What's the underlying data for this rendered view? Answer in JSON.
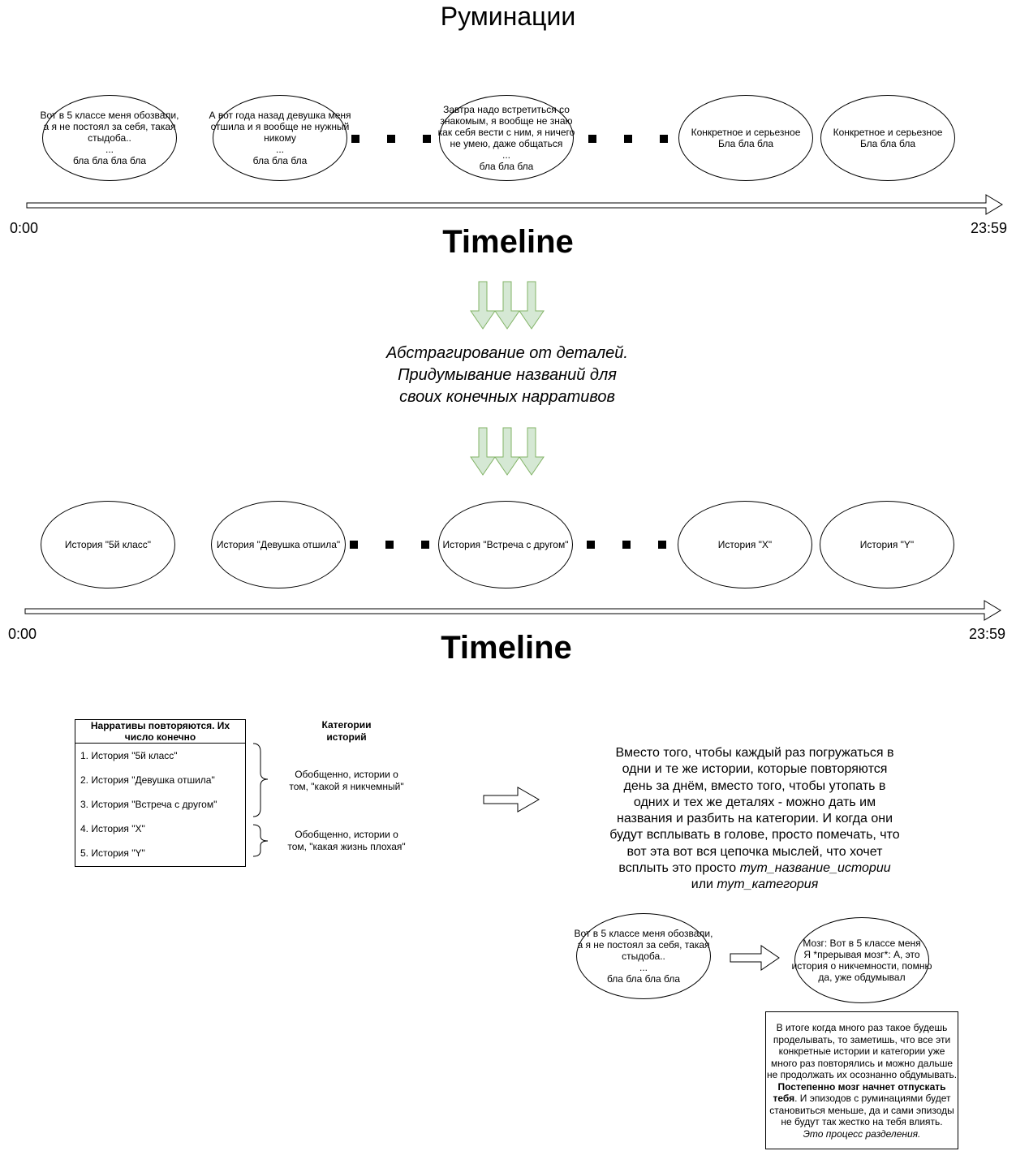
{
  "title": "Руминации",
  "timeline1": {
    "events": [
      "Вот в 5 классе меня обозвали, а я не постоял за себя, такая стыдоба..\n...\nбла бла бла бла",
      "А вот года назад девушка меня отшила и я вообще не нужный никому\n...\nбла бла бла",
      "Завтра надо встретиться со знакомым, я вообще не знаю как себя вести с ним, я ничего не умею, даже общаться\n...\nбла бла бла",
      "Конкретное и серьезное\nБла бла бла",
      "Конкретное и серьезное\nБла бла бла"
    ],
    "start": "0:00",
    "end": "23:59",
    "label": "Timeline"
  },
  "transition": {
    "text": "Абстрагирование от деталей.\nПридумывание названий для\nсвоих конечных нарративов",
    "arrow_color": "#d5e8d4",
    "arrow_stroke": "#82b366"
  },
  "timeline2": {
    "events": [
      "История \"5й класс\"",
      "История \"Девушка отшила\"",
      "История \"Встреча с другом\"",
      "История \"X\"",
      "История \"Y\""
    ],
    "start": "0:00",
    "end": "23:59",
    "label": "Timeline"
  },
  "list": {
    "header": "Нарративы повторяются. Их число конечно",
    "items": [
      "1. История \"5й класс\"",
      "2. История \"Девушка отшила\"",
      "3. История \"Встреча с другом\"",
      "4. История \"X\"",
      "5. История \"Y\""
    ]
  },
  "categories": {
    "header": "Категории\nисторий",
    "items": [
      "Обобщенно, истории о\nтом, \"какой я никчемный\"",
      "Обобщенно, истории о\nтом, \"какая жизнь плохая\""
    ]
  },
  "explanation": {
    "text": "Вместо того, чтобы каждый раз погружаться в\nодни и те же истории, которые повторяются\nдень за днём, вместо того, чтобы утопать в\nодних и тех же деталях - можно дать им\nназвания и разбить на категории. И когда они\nбудут всплывать в голове, просто помечать, что\nвот эта вот вся цепочка мыслей, что хочет\nвсплыть это просто ",
    "italic1": "тут_название_истории",
    "or": "или ",
    "italic2": "тут_категория"
  },
  "example": {
    "before": "Вот в 5 классе меня обозвали, а я не постоял за себя, такая стыдоба..\n...\nбла бла бла бла",
    "after": "Мозг: Вот в 5 классе меня\nЯ *прерывая мозг*: А, это история о никчемности, помню да, уже обдумывал"
  },
  "conclusion": {
    "text1": "В итоге когда много раз такое будешь проделывать, то заметишь, что все эти конкретные истории и категории уже много раз повторялись и можно дальше не продолжать их осознанно обдумывать.",
    "bold": "Постепенно мозг начнет отпускать тебя",
    "text2": ". И эпизодов с руминациями будет становиться меньше, да и сами эпизоды не будут так жестко на тебя влиять.",
    "italic": "Это процесс разделения."
  }
}
